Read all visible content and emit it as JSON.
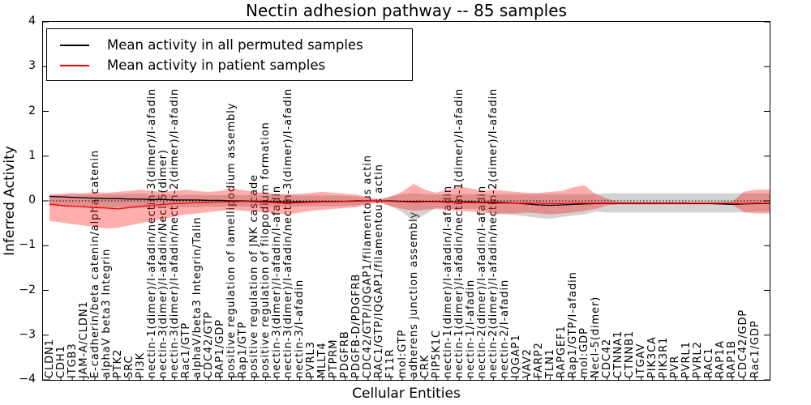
{
  "chart_data": {
    "type": "line",
    "title": "Nectin adhesion pathway -- 85 samples",
    "xlabel": "Cellular Entities",
    "ylabel": "Inferred Activity",
    "ylim": [
      -4,
      4
    ],
    "grid": false,
    "yticks": [
      {
        "value": 4,
        "label": "4"
      },
      {
        "value": 3,
        "label": "3"
      },
      {
        "value": 2,
        "label": "2"
      },
      {
        "value": 1,
        "label": "1"
      },
      {
        "value": 0,
        "label": "0"
      },
      {
        "value": -1,
        "label": "−1"
      },
      {
        "value": -2,
        "label": "−2"
      },
      {
        "value": -3,
        "label": "−3"
      },
      {
        "value": -4,
        "label": "−4"
      }
    ],
    "categories": [
      "CLDN1",
      "CDH1",
      "ITGB3",
      "JAM-A/CLDN1",
      "E-cadherin/beta catenin/alpha catenin",
      "alphaV beta3 Integrin",
      "PTK2",
      "SRC",
      "PI3K",
      "nectin-1(dimer)/I-afadin/nectin-3(dimer)/I-afadin",
      "nectin-3(dimer)/I-afadin/Necl-5(dimer)",
      "nectin-3(dimer)/I-afadin/nectin-2(dimer)/I-afadin",
      "Rac1/GTP",
      "alphaV/beta3 Integrin/Talin",
      "CDC42/GTP",
      "RAP1/GDP",
      "positive regulation of lamellipodium assembly",
      "Rap1/GTP",
      "positive regulation of JNK cascade",
      "positive regulation of filopodium formation",
      "nectin-3(dimer)/I-afadin/I-afadin",
      "nectin-3(dimer)/I-afadin/nectin-3(dimer)/I-afadin",
      "nectin-3/I-afadin",
      "PVRL3",
      "MLLT4",
      "PTPRM",
      "PDGFRB",
      "PDGFB-D/PDGFRB",
      "CDC42/GTP/IQGAP1/filamentous actin",
      "RAC1/GTP/IQGAP1/filamentous actin",
      "F11R",
      "mol:GTP",
      "adherens junction assembly",
      "CRK",
      "PIP5K1C",
      "nectin-1(dimer)/I-afadin/I-afadin",
      "nectin-1(dimer)/I-afadin/nectin-1(dimer)/I-afadin",
      "nectin-1/I-afadin",
      "nectin-2(dimer)/I-afadin/I-afadin",
      "nectin-2(dimer)/I-afadin/nectin-2(dimer)/I-afadin",
      "nectin-2/I-afadin",
      "IQGAP1",
      "VAV2",
      "FARP2",
      "TLN1",
      "RAPGEF1",
      "Rap1/GTP/I-afadin",
      "mol:GDP",
      "Necl-5(dimer)",
      "CDC42",
      "CTNNA1",
      "CTNNB1",
      "ITGAV",
      "PIK3CA",
      "PIK3R1",
      "PVR",
      "PVRL1",
      "PVRL2",
      "RAC1",
      "RAP1A",
      "RAP1B",
      "CDC42/GDP",
      "Rac1/GDP"
    ],
    "legend": {
      "position": "upper left",
      "entries": [
        {
          "label": "Mean activity in all permuted samples",
          "color": "#000000"
        },
        {
          "label": "Mean activity in patient samples",
          "color": "#ff0000"
        }
      ]
    },
    "zero_line": {
      "y": 0,
      "style": "dotted",
      "color": "#000000"
    },
    "series": [
      {
        "name": "mean-permuted",
        "color": "#000000",
        "values": [
          0.1,
          0.09,
          0.08,
          0.07,
          0.06,
          0.05,
          0.05,
          0.04,
          0.04,
          0.03,
          0.03,
          0.02,
          0.02,
          0.02,
          0.01,
          0.01,
          0.0,
          0.0,
          -0.01,
          -0.01,
          -0.02,
          -0.02,
          -0.02,
          -0.02,
          -0.01,
          -0.01,
          -0.01,
          0.0,
          0.0,
          0.0,
          0.0,
          -0.01,
          -0.01,
          -0.01,
          -0.01,
          -0.02,
          -0.02,
          -0.02,
          -0.03,
          -0.03,
          -0.04,
          -0.05,
          -0.07,
          -0.09,
          -0.1,
          -0.09,
          -0.08,
          -0.07,
          -0.06,
          -0.06,
          -0.06,
          -0.06,
          -0.06,
          -0.06,
          -0.06,
          -0.06,
          -0.06,
          -0.06,
          -0.06,
          -0.07,
          -0.08,
          -0.07,
          -0.06
        ]
      },
      {
        "name": "mean-patient",
        "color": "#ff0000",
        "values": [
          -0.07,
          -0.1,
          -0.12,
          -0.13,
          -0.15,
          -0.16,
          -0.18,
          -0.15,
          -0.12,
          -0.1,
          -0.08,
          -0.06,
          -0.05,
          -0.04,
          -0.03,
          -0.02,
          -0.02,
          -0.01,
          -0.02,
          -0.03,
          -0.04,
          -0.05,
          -0.04,
          -0.03,
          -0.02,
          -0.02,
          -0.01,
          -0.01,
          0.0,
          0.0,
          -0.01,
          -0.02,
          -0.03,
          -0.02,
          -0.02,
          -0.03,
          -0.03,
          -0.04,
          -0.04,
          -0.05,
          -0.05,
          -0.05,
          -0.05,
          -0.05,
          -0.06,
          -0.06,
          -0.05,
          -0.05,
          -0.05,
          -0.05,
          -0.05,
          -0.05,
          -0.05,
          -0.05,
          -0.05,
          -0.05,
          -0.05,
          -0.05,
          -0.05,
          -0.05,
          -0.05,
          -0.06,
          -0.05
        ]
      }
    ],
    "bands": [
      {
        "name": "permuted-std-band",
        "color": "#808080",
        "opacity": 0.35,
        "upper": [
          0.12,
          0.13,
          0.13,
          0.14,
          0.14,
          0.15,
          0.15,
          0.16,
          0.16,
          0.15,
          0.15,
          0.14,
          0.14,
          0.14,
          0.13,
          0.13,
          0.13,
          0.13,
          0.13,
          0.13,
          0.13,
          0.13,
          0.12,
          0.12,
          0.12,
          0.12,
          0.11,
          0.1,
          0.06,
          0.03,
          0.1,
          0.15,
          0.18,
          0.15,
          0.14,
          0.15,
          0.15,
          0.15,
          0.15,
          0.15,
          0.15,
          0.15,
          0.15,
          0.15,
          0.15,
          0.15,
          0.15,
          0.15,
          0.16,
          0.17,
          0.17,
          0.17,
          0.17,
          0.17,
          0.17,
          0.17,
          0.17,
          0.17,
          0.17,
          0.17,
          0.17,
          0.17,
          0.17
        ],
        "lower": [
          -0.12,
          -0.13,
          -0.13,
          -0.14,
          -0.14,
          -0.15,
          -0.15,
          -0.16,
          -0.16,
          -0.15,
          -0.15,
          -0.14,
          -0.14,
          -0.14,
          -0.13,
          -0.13,
          -0.13,
          -0.13,
          -0.13,
          -0.13,
          -0.13,
          -0.13,
          -0.12,
          -0.12,
          -0.12,
          -0.12,
          -0.11,
          -0.1,
          -0.06,
          -0.03,
          -0.12,
          -0.25,
          -0.45,
          -0.3,
          -0.16,
          -0.18,
          -0.18,
          -0.18,
          -0.18,
          -0.3,
          -0.3,
          -0.32,
          -0.35,
          -0.38,
          -0.4,
          -0.36,
          -0.33,
          -0.3,
          -0.24,
          -0.26,
          -0.26,
          -0.26,
          -0.26,
          -0.26,
          -0.26,
          -0.26,
          -0.26,
          -0.26,
          -0.26,
          -0.26,
          -0.26,
          -0.26,
          -0.24
        ]
      },
      {
        "name": "patient-std-band",
        "color": "#ff0000",
        "opacity": 0.32,
        "upper": [
          0.15,
          0.16,
          0.18,
          0.17,
          0.2,
          0.18,
          0.2,
          0.22,
          0.25,
          0.22,
          0.2,
          0.22,
          0.25,
          0.22,
          0.2,
          0.22,
          0.28,
          0.24,
          0.2,
          0.18,
          0.16,
          0.15,
          0.16,
          0.18,
          0.2,
          0.18,
          0.16,
          0.14,
          0.08,
          0.03,
          0.1,
          0.2,
          0.38,
          0.25,
          0.18,
          0.25,
          0.32,
          0.28,
          0.22,
          0.25,
          0.22,
          0.2,
          0.18,
          0.18,
          0.2,
          0.22,
          0.3,
          0.35,
          0.15,
          0.05,
          -0.02,
          -0.02,
          -0.02,
          -0.02,
          -0.02,
          -0.02,
          -0.02,
          -0.03,
          -0.03,
          -0.03,
          -0.02,
          0.2,
          0.25
        ],
        "lower": [
          -0.45,
          -0.48,
          -0.52,
          -0.55,
          -0.58,
          -0.62,
          -0.6,
          -0.55,
          -0.5,
          -0.45,
          -0.4,
          -0.35,
          -0.3,
          -0.28,
          -0.25,
          -0.22,
          -0.2,
          -0.22,
          -0.24,
          -0.26,
          -0.28,
          -0.3,
          -0.26,
          -0.22,
          -0.2,
          -0.18,
          -0.16,
          -0.14,
          -0.08,
          -0.03,
          -0.12,
          -0.18,
          -0.22,
          -0.2,
          -0.18,
          -0.2,
          -0.22,
          -0.24,
          -0.26,
          -0.28,
          -0.28,
          -0.28,
          -0.26,
          -0.28,
          -0.3,
          -0.28,
          -0.26,
          -0.22,
          -0.18,
          -0.1,
          -0.08,
          -0.08,
          -0.08,
          -0.08,
          -0.08,
          -0.08,
          -0.08,
          -0.08,
          -0.08,
          -0.08,
          -0.08,
          -0.25,
          -0.28
        ]
      }
    ]
  }
}
